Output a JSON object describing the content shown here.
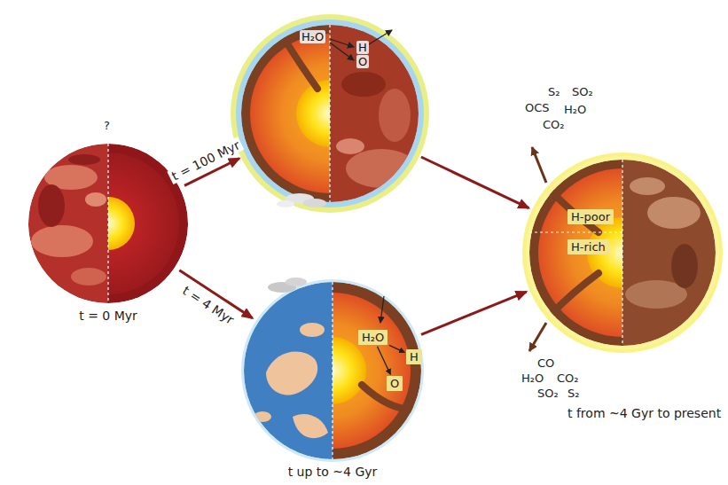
{
  "diagram": {
    "nodes": [
      {
        "text": [
          "t = 0 Myr"
        ]
      },
      {
        "text": [
          "H₂O",
          "H",
          "O"
        ]
      },
      {
        "text": [
          "t up to ~4 Gyr"
        ]
      },
      {
        "text": [
          "H₂O"
        ],
        "in": 2
      },
      {
        "text": [
          "H"
        ],
        "in": 2
      },
      {
        "text": [
          "O"
        ],
        "in": 2
      },
      {
        "text": [
          "t from ~4 Gyr to present"
        ]
      },
      {
        "text": [
          "H-poor"
        ],
        "in": 6
      },
      {
        "text": [
          "H-rich"
        ],
        "in": 6
      }
    ],
    "edges": [
      {
        "from": 0,
        "to": 1,
        "arrow": "to",
        "label": "t = 100 Myr"
      },
      {
        "from": 0,
        "to": 2,
        "arrow": "to",
        "label": "t = 4 Myr"
      },
      {
        "from": 1,
        "to": 6,
        "arrow": "to"
      },
      {
        "from": 2,
        "to": 6,
        "arrow": "to"
      },
      {
        "from": 3,
        "to": 4,
        "arrow": "to"
      },
      {
        "from": 3,
        "to": 5,
        "arrow": "to"
      }
    ],
    "labels": [
      "?",
      "S₂",
      "SO₂",
      "OCS",
      "H₂O",
      "CO₂",
      "CO",
      "H₂O",
      "CO₂",
      "SO₂",
      "S₂"
    ]
  }
}
